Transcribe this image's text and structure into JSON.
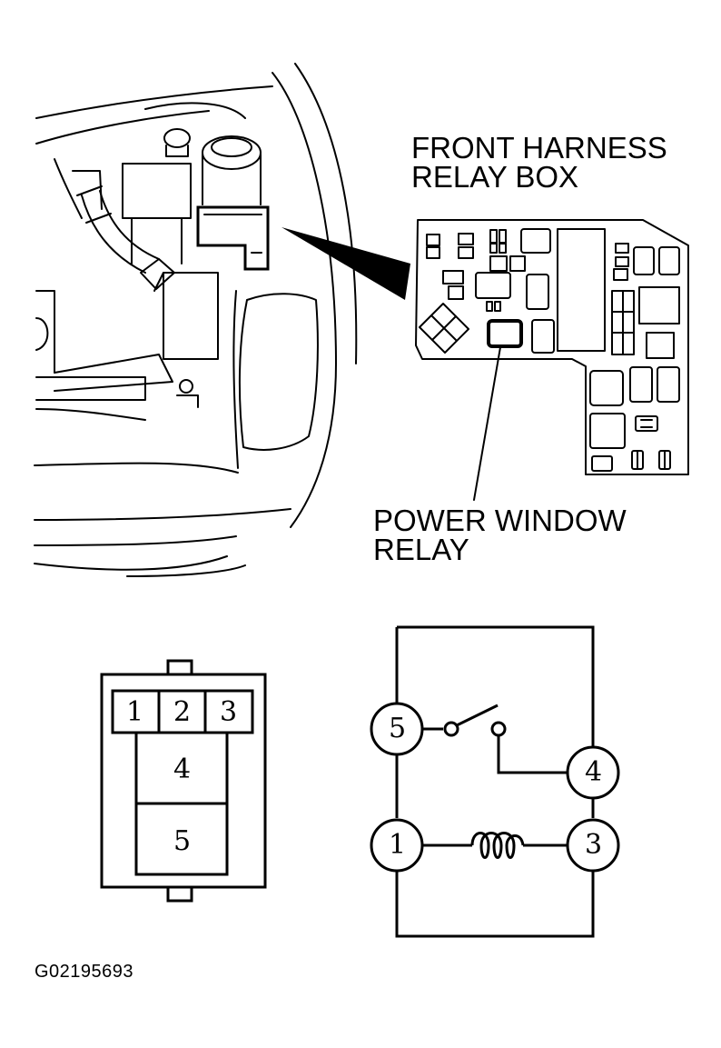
{
  "callouts": {
    "relay_box_line1": "FRONT HARNESS",
    "relay_box_line2": "RELAY BOX",
    "relay_line1": "POWER WINDOW",
    "relay_line2": "RELAY"
  },
  "connector": {
    "top_pins": [
      "1",
      "2",
      "3"
    ],
    "middle_pin": "4",
    "bottom_pin": "5"
  },
  "schematic": {
    "switch_common": "5",
    "switch_contact": "4",
    "coil_left": "1",
    "coil_right": "3"
  },
  "figure_code": "G02195693"
}
